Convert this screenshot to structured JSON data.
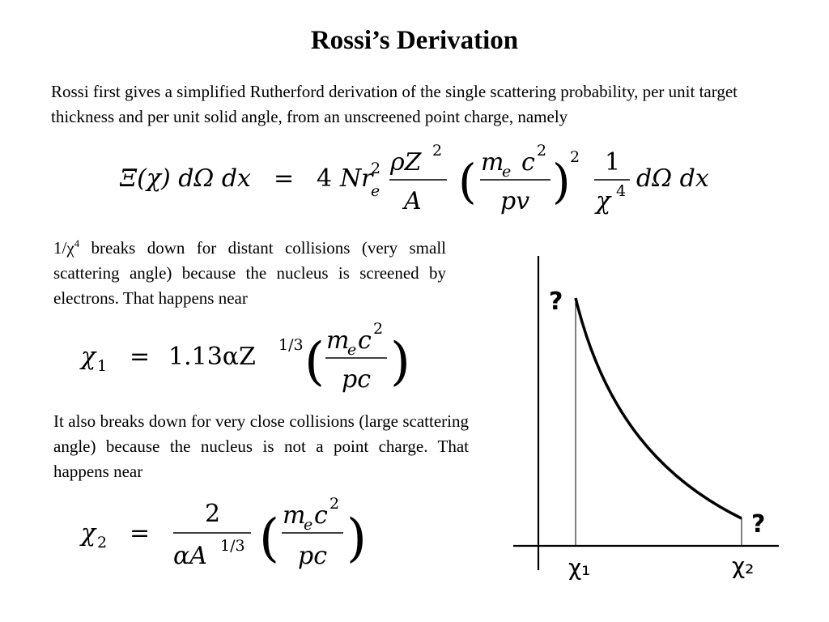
{
  "slide": {
    "title": "Rossi’s Derivation",
    "intro": "Rossi first gives a simplified Rutherford derivation of the single scattering probability, per unit target thickness and per unit solid angle, from an unscreened point charge, namely",
    "p1_pre": "1/χ",
    "p1_sup": "4",
    "p1_post": " breaks down for distant collisions (very small scattering angle) because the nucleus is screened by electrons. That happens near",
    "p2": "It also breaks down for very close collisions (large scattering angle) because the nucleus is not a point charge. That happens near"
  },
  "equations": {
    "eq1": {
      "lhs": "Ξ(χ) dΩ dx",
      "eq": "=",
      "coef": "4",
      "n": "N",
      "r": "r",
      "r_sub": "e",
      "r_sup": "2",
      "f1_num": "ρZ",
      "f1_num_sup": "2",
      "f1_den": "A",
      "f2_num_m": "m",
      "f2_num_sub": "e",
      "f2_num_c": "c",
      "f2_num_sup": "2",
      "f2_den": "pv",
      "f2_pow": "2",
      "f3_num": "1",
      "f3_den": "χ",
      "f3_den_sup": "4",
      "tail": "dΩ dx"
    },
    "eq2": {
      "lhs": "χ",
      "lhs_sub": "1",
      "eq": "=",
      "coef": "1.13αZ",
      "coef_sup": "1/3",
      "num_m": "m",
      "num_sub": "e",
      "num_c": "c",
      "num_sup": "2",
      "den": "pc"
    },
    "eq3": {
      "lhs": "χ",
      "lhs_sub": "2",
      "eq": "=",
      "f1_num": "2",
      "f1_den": "αA",
      "f1_den_sup": "1/3",
      "num_m": "m",
      "num_sub": "e",
      "num_c": "c",
      "num_sup": "2",
      "den": "pc"
    }
  },
  "graph": {
    "label_x1": "χ₁",
    "label_x2": "χ₂",
    "q_left": "?",
    "q_right": "?"
  }
}
